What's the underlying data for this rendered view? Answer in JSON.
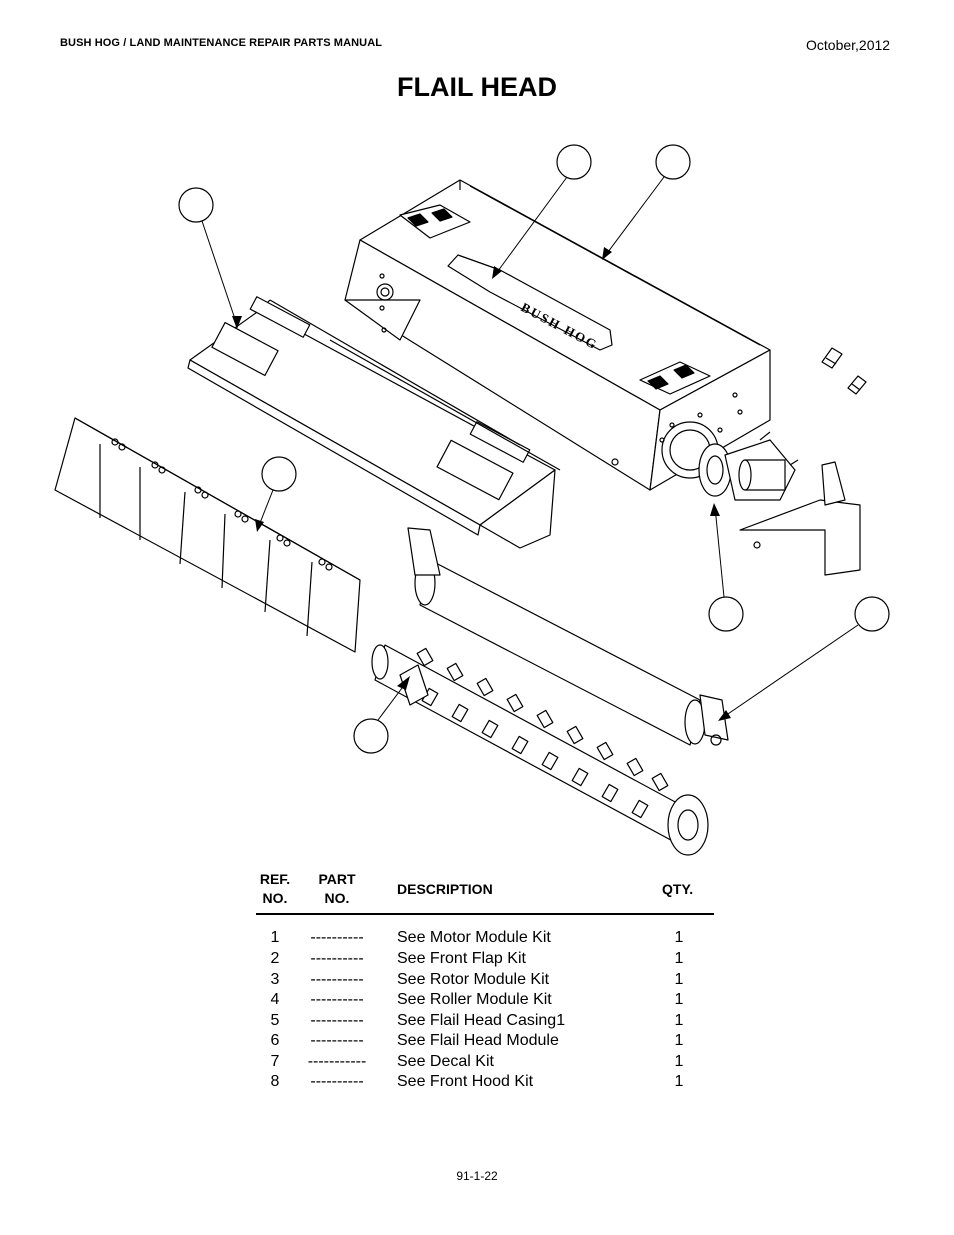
{
  "header": {
    "manual_title": "BUSH HOG / LAND MAINTENANCE REPAIR PARTS MANUAL",
    "date": "October,2012"
  },
  "page_title": "FLAIL HEAD",
  "diagram": {
    "brand_text": "BUSH HOG",
    "icon": "exploded-assembly-drawing"
  },
  "table": {
    "headers": {
      "ref_line1": "REF.",
      "ref_line2": "NO.",
      "part_line1": "PART",
      "part_line2": "NO.",
      "description": "DESCRIPTION",
      "qty": "QTY."
    },
    "rows": [
      {
        "ref": "1",
        "part": "----------",
        "description": "See Motor Module Kit",
        "qty": "1"
      },
      {
        "ref": "2",
        "part": "----------",
        "description": "See Front Flap Kit",
        "qty": "1"
      },
      {
        "ref": "3",
        "part": "----------",
        "description": "See Rotor Module Kit",
        "qty": "1"
      },
      {
        "ref": "4",
        "part": "----------",
        "description": "See Roller Module Kit",
        "qty": "1"
      },
      {
        "ref": "5",
        "part": "----------",
        "description": "See Flail Head Casing1",
        "qty": "1"
      },
      {
        "ref": "6",
        "part": "----------",
        "description": "See Flail Head Module",
        "qty": "1"
      },
      {
        "ref": "7",
        "part": "-----------",
        "description": "See Decal Kit",
        "qty": "1"
      },
      {
        "ref": "8",
        "part": "----------",
        "description": "See Front Hood Kit",
        "qty": "1"
      }
    ]
  },
  "footer": {
    "page_number": "91-1-22"
  }
}
